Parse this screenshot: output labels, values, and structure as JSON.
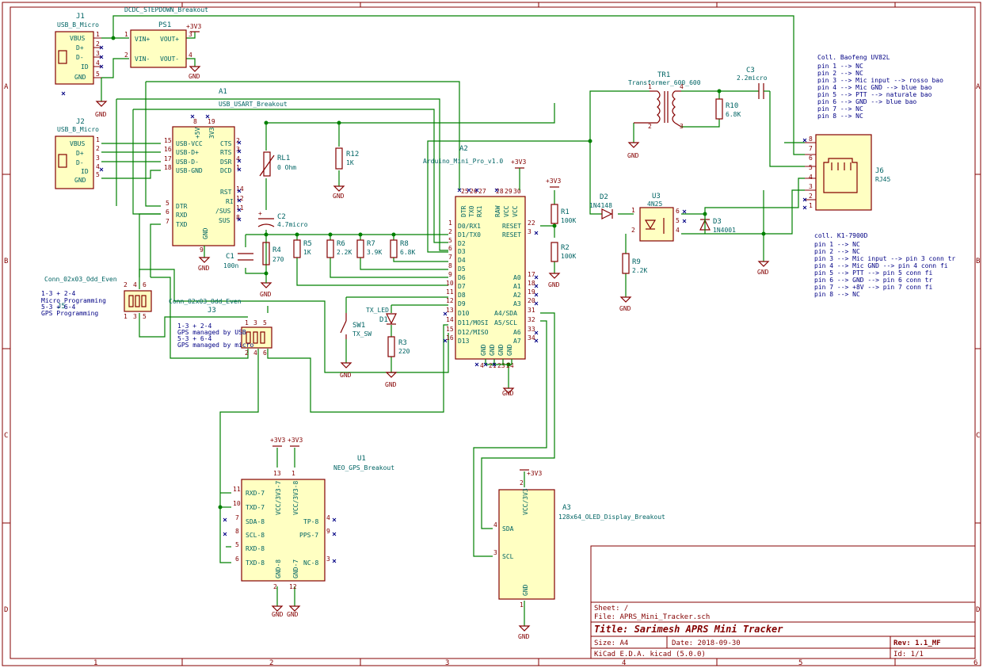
{
  "frame": {
    "cols": [
      "1",
      "2",
      "3",
      "4",
      "5",
      "6"
    ],
    "rows": [
      "A",
      "B",
      "C",
      "D"
    ]
  },
  "components": {
    "j1": {
      "ref": "J1",
      "value": "USB_B_Micro",
      "pins": [
        "VBUS",
        "D+",
        "D-",
        "ID",
        "GND"
      ],
      "nums": [
        "1",
        "2",
        "3",
        "4",
        "5"
      ]
    },
    "ps1": {
      "ref": "PS1",
      "value": "DCDC_STEPDOWN_Breakout",
      "pins": [
        "VIN+",
        "VIN-",
        "VOUT+",
        "VOUT-"
      ],
      "nums": [
        "1",
        "2",
        "3",
        "4"
      ]
    },
    "j2": {
      "ref": "J2",
      "value": "USB_B_Micro",
      "pins": [
        "VBUS",
        "D+",
        "D-",
        "ID",
        "GND"
      ],
      "nums": [
        "1",
        "2",
        "3",
        "4",
        "5"
      ]
    },
    "a1": {
      "ref": "A1",
      "value": "USB_USART_Breakout",
      "pins_left": [
        "USB-VCC",
        "USB-D+",
        "USB-D-",
        "USB-GND"
      ],
      "pins_left2": [
        "DTR",
        "RXD",
        "TXD"
      ],
      "pins_right": [
        "CTS",
        "RTS",
        "DSR",
        "DCD",
        "RST",
        "RI",
        "/SUS",
        "SUS"
      ],
      "nums_left": [
        "15",
        "16",
        "17",
        "18"
      ],
      "nums_left2": [
        "5",
        "6",
        "7"
      ],
      "nums_right": [
        "2",
        "3",
        "4",
        "1",
        "14",
        "12",
        "11",
        "8"
      ],
      "top": [
        "+5V",
        "3V3"
      ],
      "top_nums": [
        "8",
        "19"
      ],
      "bottom": "GND",
      "bottom_num": "9"
    },
    "a2": {
      "ref": "A2",
      "value": "Arduino_Mini_Pro_v1.0",
      "pins_left": [
        "D0/RX1",
        "D1/TX0",
        "D2",
        "D3",
        "D4",
        "D5",
        "D6",
        "D7",
        "D8",
        "D9",
        "D10",
        "D11/MOSI",
        "D12/MISO",
        "D13"
      ],
      "nums_left": [
        "1",
        "2",
        "5",
        "6",
        "7",
        "8",
        "9",
        "10",
        "11",
        "12",
        "13",
        "14",
        "15",
        "16"
      ],
      "pins_right": [
        "RESET",
        "RESET",
        "A0",
        "A1",
        "A2",
        "A3",
        "A4/SDA",
        "A5/SCL",
        "A6",
        "A7"
      ],
      "nums_right": [
        "22",
        "3",
        "17",
        "18",
        "19",
        "20",
        "31",
        "32",
        "33",
        "34"
      ],
      "top": [
        "DTR",
        "TX0",
        "RX1",
        "RAW",
        "VCC",
        "VCC"
      ],
      "top_nums": [
        "25",
        "26",
        "27",
        "28",
        "29",
        "30"
      ],
      "bottom": [
        "GND",
        "GND",
        "GND",
        "GND"
      ],
      "bottom_nums": [
        "4",
        "21",
        "23",
        "24"
      ]
    },
    "rl1": {
      "ref": "RL1",
      "value": "0 Ohm"
    },
    "r12": {
      "ref": "R12",
      "value": "1K"
    },
    "c2": {
      "ref": "C2",
      "value": "4.7micro"
    },
    "c1": {
      "ref": "C1",
      "value": "100n"
    },
    "r4": {
      "ref": "R4",
      "value": "270"
    },
    "r5": {
      "ref": "R5",
      "value": "1K"
    },
    "r6": {
      "ref": "R6",
      "value": "2.2K"
    },
    "r7": {
      "ref": "R7",
      "value": "3.9K"
    },
    "r8": {
      "ref": "R8",
      "value": "6.8K"
    },
    "r1": {
      "ref": "R1",
      "value": "100K"
    },
    "r2": {
      "ref": "R2",
      "value": "100K"
    },
    "d1": {
      "ref": "D1",
      "value": "TX_LED"
    },
    "r3": {
      "ref": "R3",
      "value": "220"
    },
    "sw1": {
      "ref": "SW1",
      "value": "TX_SW"
    },
    "tr1": {
      "ref": "TR1",
      "value": "Transformer_600_600",
      "nums": [
        "1",
        "2",
        "3",
        "4"
      ]
    },
    "c3": {
      "ref": "C3",
      "value": "2.2micro"
    },
    "r10": {
      "ref": "R10",
      "value": "6.8K"
    },
    "d2": {
      "ref": "D2",
      "value": "1N4148"
    },
    "u3": {
      "ref": "U3",
      "value": "4N25",
      "nums": [
        "1",
        "2",
        "4",
        "5",
        "6"
      ]
    },
    "d3": {
      "ref": "D3",
      "value": "1N4001"
    },
    "r9": {
      "ref": "R9",
      "value": "2.2K"
    },
    "j6": {
      "ref": "J6",
      "value": "RJ45",
      "nums": [
        "8",
        "7",
        "6",
        "5",
        "4",
        "3",
        "2",
        "1"
      ]
    },
    "j5": {
      "ref": "J5",
      "value": "Conn_02x03_Odd_Even",
      "nums": [
        "2",
        "4",
        "6",
        "1",
        "3",
        "5"
      ]
    },
    "j3": {
      "ref": "J3",
      "value": "Conn_02x03_Odd_Even",
      "nums": [
        "1",
        "3",
        "5",
        "2",
        "4",
        "6"
      ]
    },
    "u1": {
      "ref": "U1",
      "value": "NEO_GPS_Breakout",
      "pins_left": [
        "RXD-7",
        "TXD-7",
        "SDA-8",
        "SCL-8",
        "RXD-8",
        "TXD-8"
      ],
      "nums_left": [
        "11",
        "10",
        "7",
        "8",
        "5",
        "6"
      ],
      "pins_right": [
        "TP-8",
        "PPS-7",
        "NC-8"
      ],
      "nums_right": [
        "4",
        "9",
        "3"
      ],
      "top": [
        "VCC/3V3-7",
        "VCC/3V3-8"
      ],
      "top_nums": [
        "13",
        "1"
      ],
      "bottom": [
        "GND-8",
        "GND-7"
      ],
      "bottom_nums": [
        "2",
        "12"
      ]
    },
    "a3": {
      "ref": "A3",
      "value": "128x64_OLED_Display_Breakout",
      "pins": [
        "VCC/3V3",
        "SDA",
        "SCL",
        "GND"
      ],
      "nums": [
        "2",
        "4",
        "3",
        "1"
      ]
    }
  },
  "power": {
    "gnd": "GND",
    "v3": "+3V3"
  },
  "notes": {
    "baofeng_title": "Coll. Baofeng UV82L",
    "baofeng": [
      "pin 1 --> NC",
      "pin 2 --> NC",
      "pin 3 --> Mic input --> rosso bao",
      "pin 4 --> Mic GND --> blue bao",
      "pin 5 --> PTT --> naturale bao",
      "pin 6 --> GND --> blue bao",
      "pin 7 --> NC",
      "pin 8 --> NC"
    ],
    "k1_title": "coll. K1-7900D",
    "k1": [
      "pin 1 --> NC",
      "pin 2 --> NC",
      "pin 3 --> Mic input  --> pin 3 conn tr",
      "pin 4 --> Mic GND    --> pin 4 conn fi",
      "pin 5 --> PTT    --> pin 5 conn fi",
      "pin 6 --> GND  --> pin 6 conn tr",
      "pin 7 --> +8V  --> pin 7 conn fi",
      "pin 8 --> NC"
    ],
    "j5": [
      "1-3 + 2-4",
      "Micro Programming",
      "5-3 + 6-4",
      "GPS Programming"
    ],
    "j3": [
      "1-3 + 2-4",
      "GPS managed by USB",
      "5-3 + 6-4",
      "GPS managed by micro"
    ]
  },
  "titleblock": {
    "sheet": "Sheet: /",
    "file": "File: APRS_Mini_Tracker.sch",
    "title": "Title: Sarimesh APRS Mini Tracker",
    "size": "Size: A4",
    "date": "Date: 2018-09-30",
    "rev": "Rev: 1.1_MF",
    "tool": "KiCad E.D.A.  kicad (5.0.0)",
    "id": "Id: 1/1"
  }
}
